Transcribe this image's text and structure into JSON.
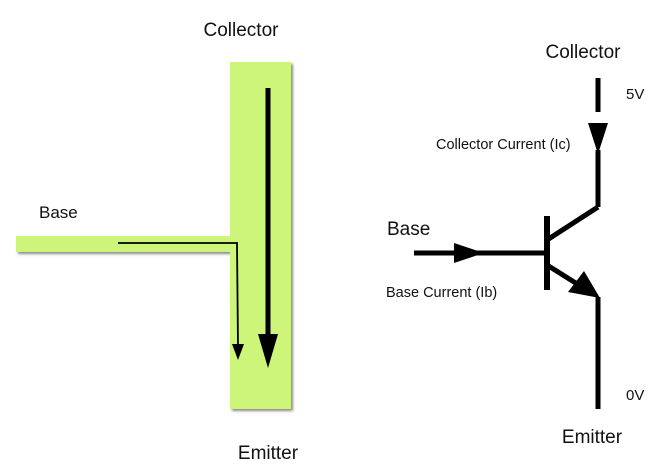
{
  "colors": {
    "bar_fill": "#ccf57a",
    "bar_shadow": "#8c8c8c",
    "line": "#000000",
    "text": "#111111",
    "background": "#ffffff"
  },
  "left_diagram": {
    "collector_label": "Collector",
    "base_label": "Base",
    "emitter_label": "Emitter"
  },
  "right_diagram": {
    "collector_label": "Collector",
    "base_label": "Base",
    "emitter_label": "Emitter",
    "collector_voltage": "5V",
    "emitter_voltage": "0V",
    "collector_current_label": "Collector Current (Ic)",
    "base_current_label": "Base Current (Ib)"
  }
}
